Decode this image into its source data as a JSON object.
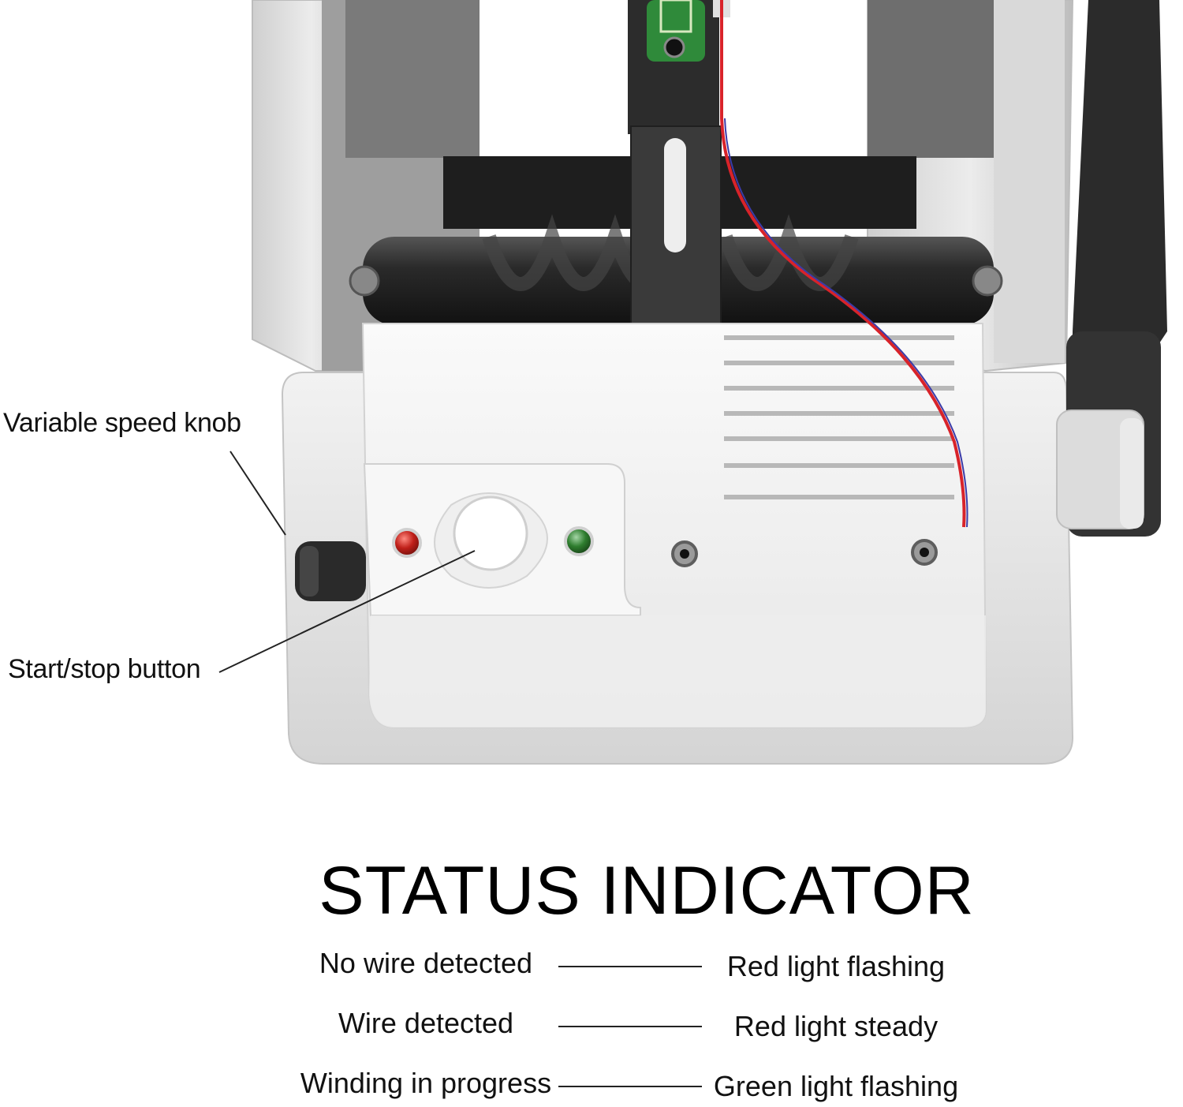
{
  "callouts": {
    "knob_label": "Variable speed knob",
    "button_label": "Start/stop button"
  },
  "status_title": "STATUS INDICATOR",
  "status_rows": [
    {
      "condition": "No wire detected",
      "indication": "Red light flashing"
    },
    {
      "condition": "Wire detected",
      "indication": "Red light steady"
    },
    {
      "condition": "Winding in progress",
      "indication": "Green light flashing"
    }
  ],
  "colors": {
    "red_led": "#c0201a",
    "green_led": "#2e7d2e",
    "body_white": "#f4f4f4",
    "frame_gray": "#d8d8d8",
    "roller_black": "#2a2a2a",
    "pcb_green": "#2f8a3a",
    "wire_red": "#d8232a"
  }
}
